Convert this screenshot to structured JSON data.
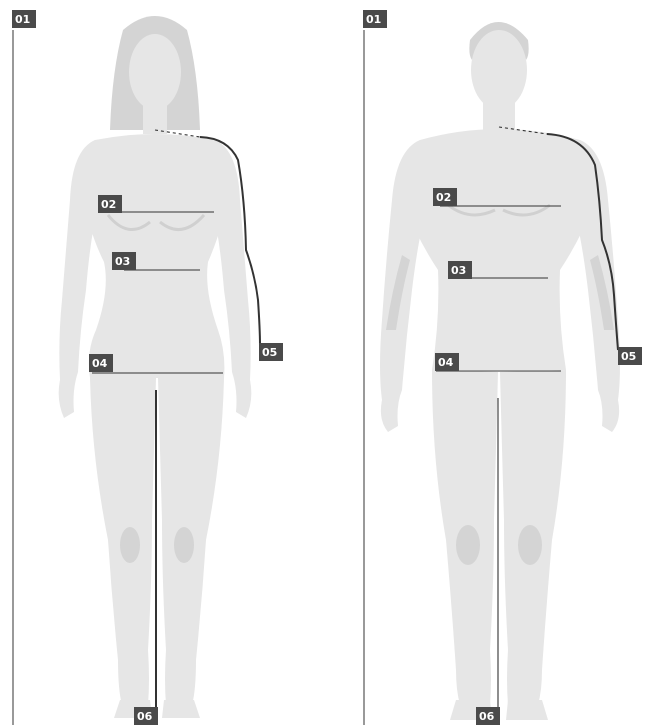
{
  "figures": [
    {
      "id": "female",
      "labels": {
        "height": "01",
        "chest": "02",
        "waist": "03",
        "hips": "04",
        "arm": "05",
        "inseam": "06"
      }
    },
    {
      "id": "male",
      "labels": {
        "height": "01",
        "chest": "02",
        "waist": "03",
        "hips": "04",
        "arm": "05",
        "inseam": "06"
      }
    }
  ],
  "colors": {
    "body": "#e6e6e6",
    "body_shade": "#d4d4d4",
    "label_box": "#4a4a4a",
    "label_text": "#ffffff",
    "lines": "#333333"
  }
}
